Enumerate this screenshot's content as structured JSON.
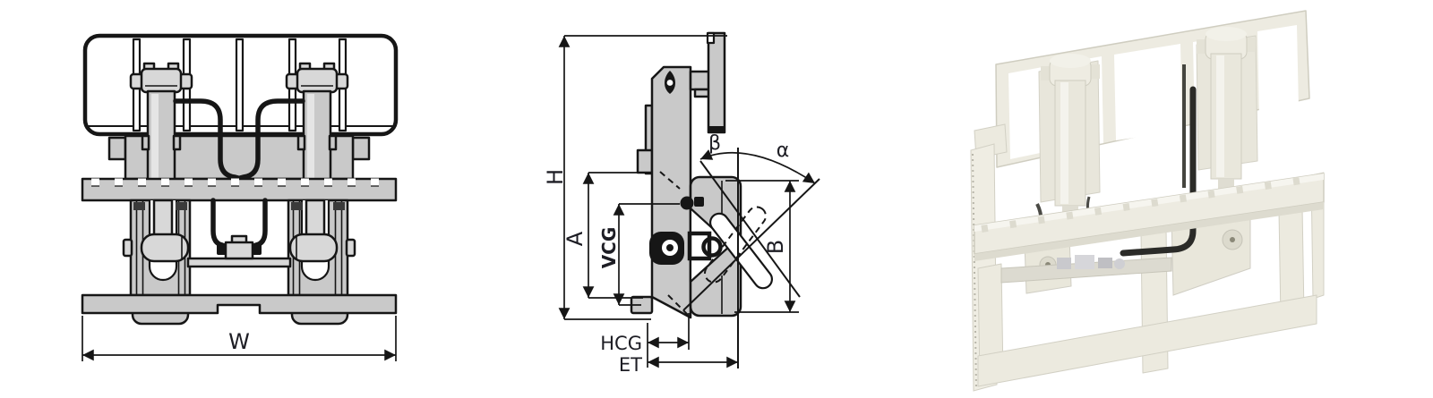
{
  "views": {
    "front": {
      "labels": {
        "width": "W"
      }
    },
    "side": {
      "labels": {
        "height": "H",
        "a": "A",
        "vcg": "VCG",
        "b": "B",
        "hcg": "HCG",
        "et": "ET",
        "beta": "β",
        "alpha": "α"
      }
    },
    "isometric": {}
  },
  "colors": {
    "line": "#161616",
    "label_text": "#1d1d24",
    "part_fill": "#c9c9c9",
    "part_fill_light": "#d8d8d8",
    "render_body": "#edebe1",
    "render_face": "#f5f4ee",
    "render_shadow": "#d7d5c9",
    "render_edge": "#cfcdc0",
    "render_hose": "#2b2b28",
    "render_metal": "#c6c6ca"
  }
}
